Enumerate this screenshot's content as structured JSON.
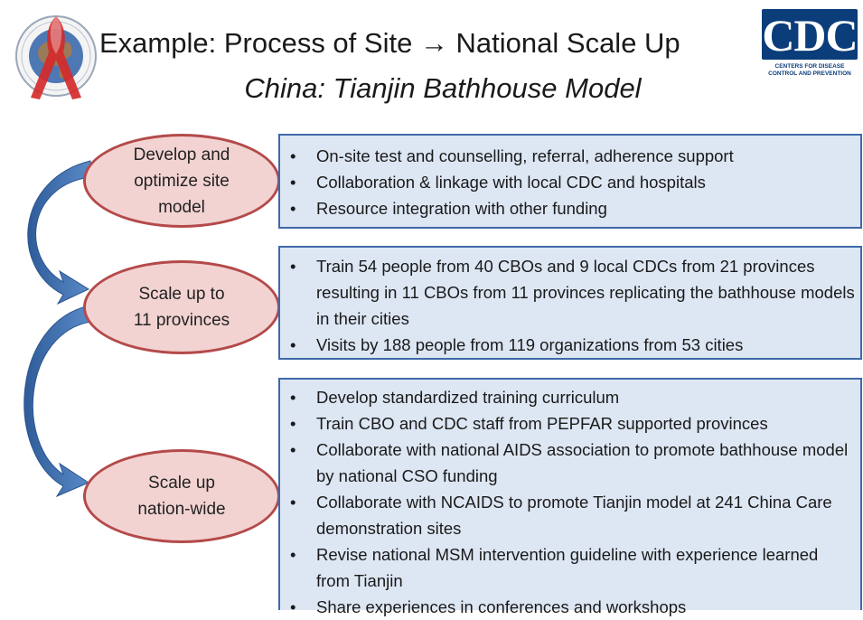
{
  "header": {
    "title": "Example: Process of Site → National Scale Up",
    "subtitle": "China: Tianjin Bathhouse Model"
  },
  "logos": {
    "left": {
      "icon": "globe-ribbon-seal-icon"
    },
    "right": {
      "icon": "cdc-logo-icon",
      "text": "CDC",
      "subtext": "CENTERS FOR DISEASE CONTROL AND PREVENTION"
    }
  },
  "stages": [
    {
      "label": "Develop and\noptimize site\nmodel",
      "bullets": [
        "On-site test and counselling, referral, adherence support",
        "Collaboration & linkage with local CDC and hospitals",
        "Resource integration with other funding"
      ]
    },
    {
      "label": "Scale up to\n11 provinces",
      "bullets": [
        "Train 54 people from 40 CBOs and 9 local CDCs from 21 provinces resulting in 11 CBOs from 11 provinces replicating the bathhouse models in their cities",
        "Visits by 188 people from 119 organizations from 53 cities"
      ]
    },
    {
      "label": "Scale up\nnation-wide",
      "bullets": [
        "Develop standardized training curriculum",
        "Train CBO and CDC staff from PEPFAR supported provinces",
        "Collaborate with national AIDS association to promote bathhouse model by national CSO funding",
        "Collaborate with NCAIDS to promote Tianjin model at 241 China Care demonstration sites",
        "Revise national MSM intervention guideline with experience learned from Tianjin",
        "Share experiences in conferences and workshops"
      ]
    }
  ],
  "colors": {
    "ellipse_fill": "#f2d3d2",
    "ellipse_border": "#b44a4a",
    "box_fill": "#dde6f3",
    "box_border": "#3e69a8",
    "arrow": "#3f6fb0",
    "cdc_blue": "#0a3d7a"
  }
}
